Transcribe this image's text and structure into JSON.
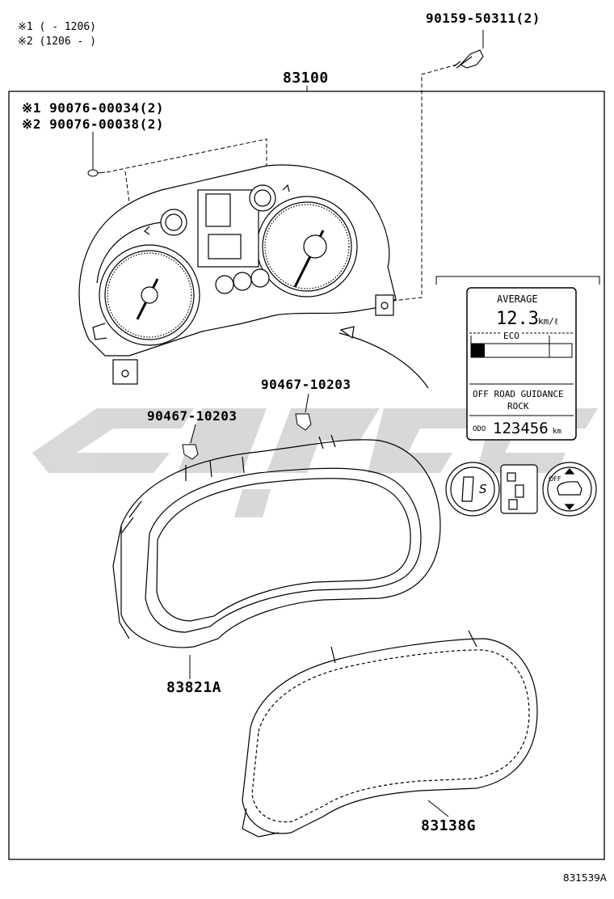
{
  "notes": {
    "note1": "※1 (    - 1206)",
    "note2": "※2 (1206 -     )"
  },
  "parts": {
    "bolt_top": "90159-50311(2)",
    "assembly": "83100",
    "screw1": "※1 90076-00034(2)",
    "screw2": "※2 90076-00038(2)",
    "clip_right": "90467-10203",
    "clip_left": "90467-10203",
    "hood": "83821A",
    "glass": "83138G"
  },
  "display_detail": {
    "header": "AVERAGE",
    "value": "12.3",
    "unit": "km/ℓ",
    "eco": "ECO",
    "guidance_line1": "OFF ROAD GUIDANCE",
    "guidance_line2": "ROCK",
    "odo_label": "ODO",
    "odo_value": "123456",
    "odo_unit": "km"
  },
  "switch_detail": {
    "s_label": "S",
    "off_label": "OFF"
  },
  "diagram_ref": "831539A",
  "watermark": {
    "color": "#cfcfcf"
  }
}
